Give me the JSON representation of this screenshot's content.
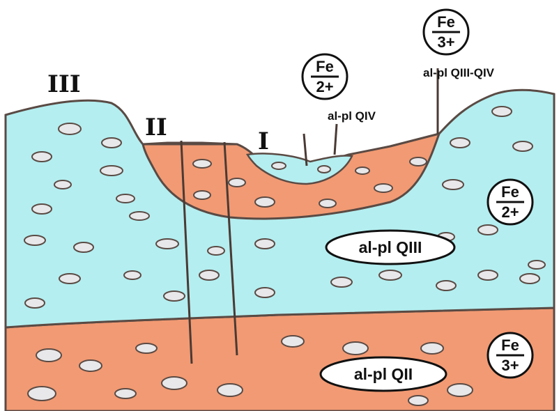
{
  "terraces": {
    "t3": "III",
    "t2": "II",
    "t1": "I"
  },
  "valency": {
    "top_center": {
      "top": "Fe",
      "bottom": "2+"
    },
    "top_right": {
      "top": "Fe",
      "bottom": "3+"
    },
    "middle_right": {
      "top": "Fe",
      "bottom": "2+"
    },
    "bottom_right": {
      "top": "Fe",
      "bottom": "3+"
    }
  },
  "labels": {
    "qiv": "al-pl QIV",
    "qiii_qiv": "al-pl QIII-QIV",
    "qiii": "al-pl QIII",
    "qii": "al-pl QII"
  },
  "colors": {
    "blue_layer": "#b4eef0",
    "orange_layer": "#f29a73",
    "outline": "#5a4a44",
    "pebble_fill": "#e8e8ea"
  }
}
